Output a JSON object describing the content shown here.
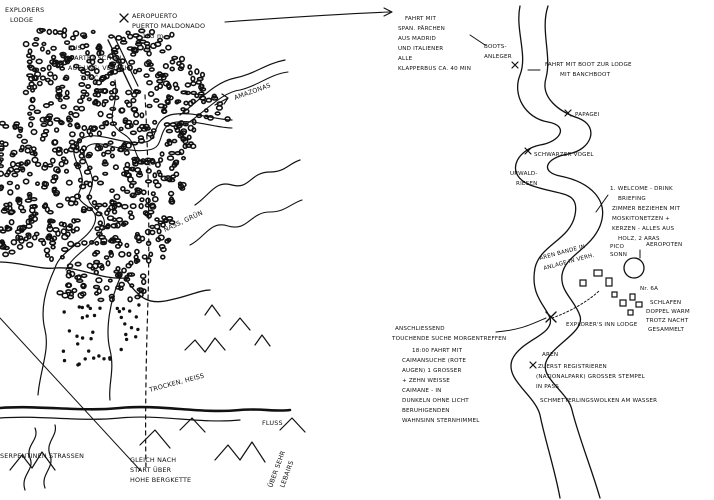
{
  "sketch": {
    "left": {
      "labels": {
        "lodge": [
          "EXPLORERS",
          "LODGE"
        ],
        "airport": [
          "AEROPUERTO",
          "PUERTO MALDONADO",
          "183 m"
        ],
        "bus": [
          "BUS",
          "WARTET SCHON",
          "AUF UNS: VERSCH.",
          "TUNC"
        ],
        "amazonas": "AMAZONAS",
        "nass_gruen": "NASS, GRÜN",
        "trocken": "TROCKEN, HEISS",
        "fluss": "FLUSS",
        "serpentinen": "SERPENTINEN STRASSEN",
        "gleich": [
          "GLEICH NACH",
          "START ÜBER",
          "HOHE BERGKETTE"
        ],
        "ueber": [
          "ÜBER SEHR",
          "LEBAIRS"
        ]
      }
    },
    "right": {
      "labels": {
        "fahrt_top": [
          "FAHRT MIT",
          "SPAN. PÄRCHEN",
          "AUS MADRID",
          "UND ITALIENER",
          "ALLE",
          "KLAPPERBUS CA. 40 MIN"
        ],
        "boots_anleger": [
          "BOOTS-",
          "ANLEGER"
        ],
        "fahrt_boot": [
          "FAHRT MIT BOOT ZUR LODGE",
          "MIT BANCHBOOT"
        ],
        "papagei": "PAPAGEI",
        "schwarzer_vogel": "SCHWARZER VOGEL",
        "urwald": [
          "URWALD-",
          "RIESEN"
        ],
        "welcome": [
          "1. WELCOME - DRINK",
          "BRIEFING",
          "ZIMMER BEZIEHEN MIT",
          "MOSKITONETZEN +",
          "KERZEN - ALLES AUS",
          "HOLZ, 2 ARAS"
        ],
        "aren_bande": [
          "AREN BANDE IN",
          "ANLAGE IN VERH."
        ],
        "pico_sonn": [
          "PICO",
          "SONN"
        ],
        "aeropoten": "AEROPOTEN",
        "nr6a": "Nr. 6A",
        "schlaf": [
          "SCHLAFEN",
          "DOPPEL WARM",
          "TROTZ NACHT",
          "GESAMMELT"
        ],
        "anschliessend": [
          "ANSCHLIESSEND",
          "TOUCHENDE SUCHE MORGENTREFFEN"
        ],
        "explorers_lodge": "EXPLORER'S INN LODGE",
        "fahrt_caiman": [
          "18:00 FAHRT MIT",
          "CAIMANSUCHE (ROTE",
          "AUGEN) 1 GROSSER",
          "+ ZEHN WEISSE",
          "CAIMANE - IN",
          "DUNKELN OHNE LICHT",
          "BERUHIGENDEN",
          "WAHNSINN STERNHIMMEL"
        ],
        "aren": "AREN",
        "zuerst": [
          "ZUERST REGISTRIEREN",
          "(NATIONALPARK) GROSSER STEMPEL",
          "IN PASS"
        ],
        "schmetterling": "SCHMETTERLINGSWOLKEN AM WASSER"
      }
    }
  }
}
